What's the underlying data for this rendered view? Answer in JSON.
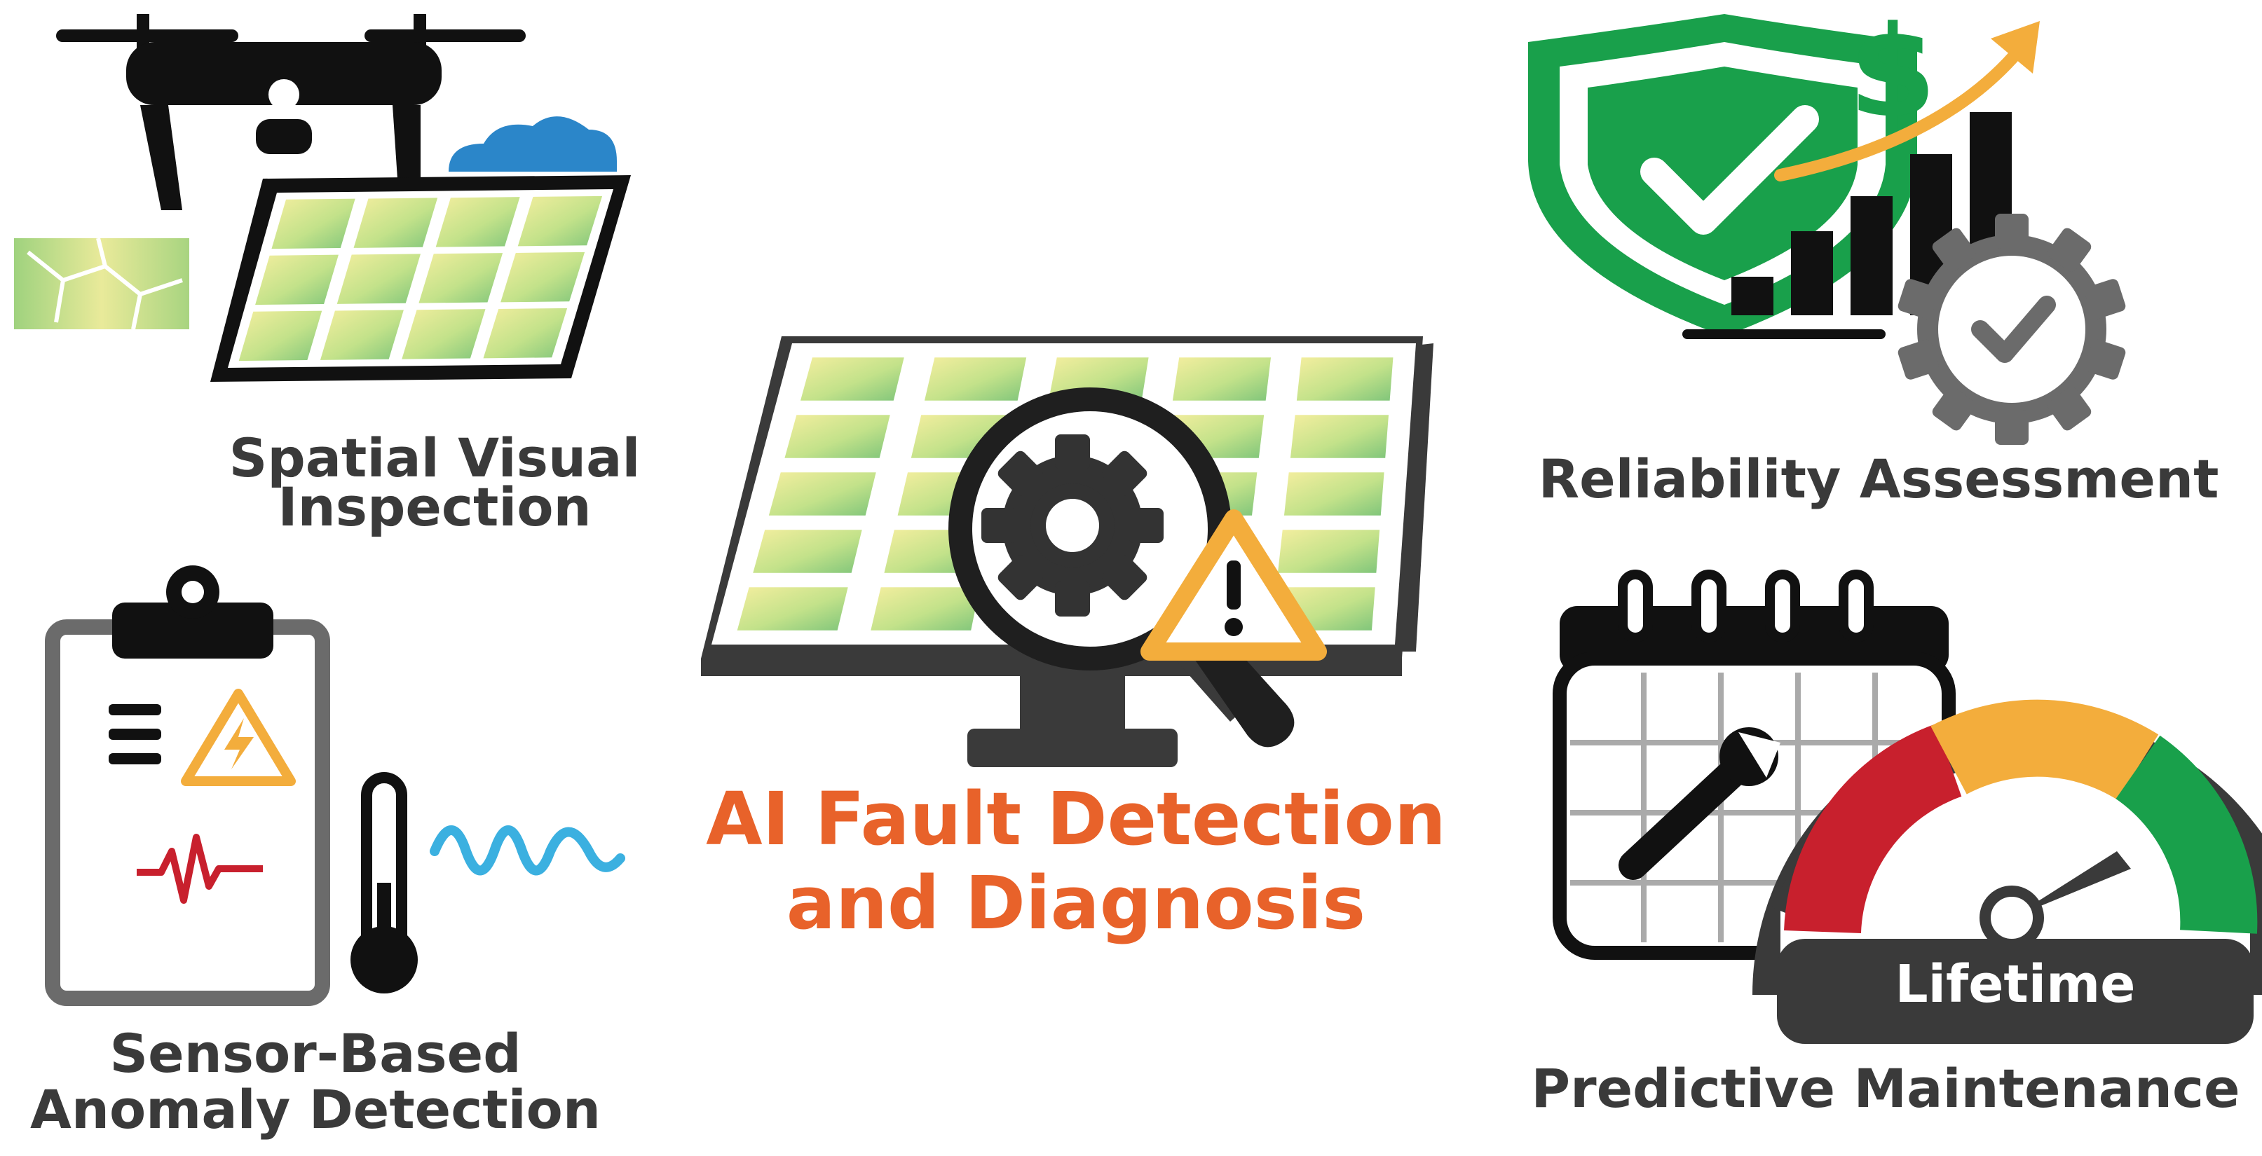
{
  "center": {
    "title_line1": "AI Fault Detection",
    "title_line2": "and Diagnosis"
  },
  "modules": {
    "spatial": {
      "line1": "Spatial Visual",
      "line2": "Inspection"
    },
    "sensor": {
      "line1": "Sensor-Based",
      "line2": "Anomaly Detection"
    },
    "reliability": {
      "label": "Reliability Assessment",
      "currency_symbol": "$"
    },
    "predictive": {
      "label": "Predictive Maintenance",
      "gauge_label": "Lifetime"
    }
  },
  "colors": {
    "text": "#3a3a3a",
    "accent": "#e8622a",
    "panel_light": "#f2ea9c",
    "panel_dark": "#88c87a",
    "frame": "#1a1a1a",
    "green": "#19a04b",
    "red": "#c8202d",
    "yellow": "#f3ad3c",
    "blue": "#2b86c9",
    "gray": "#6b6b6b",
    "cyan": "#3bb0e0"
  }
}
